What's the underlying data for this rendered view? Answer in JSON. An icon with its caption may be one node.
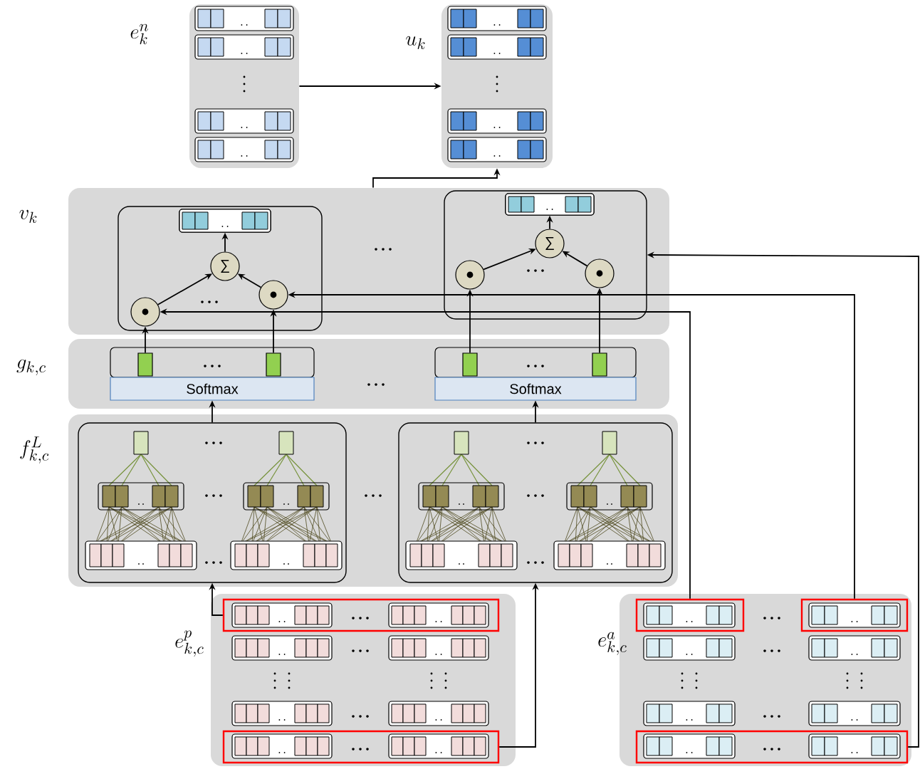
{
  "diagram": {
    "nodes": [
      {
        "text": [],
        "shape": "box",
        "beside": [
          "e_k^n"
        ]
      },
      {
        "text": [],
        "shape": "box",
        "beside": [
          "u_k"
        ]
      },
      {
        "text": [],
        "shape": "box",
        "beside": [
          "v_k"
        ]
      },
      {
        "text": [],
        "shape": "box",
        "in": 2
      },
      {
        "text": [],
        "shape": "box",
        "in": 3
      },
      {
        "text": [
          "∑"
        ],
        "in": 3
      },
      {
        "text": [],
        "shape": "circle",
        "in": 3
      },
      {
        "text": [],
        "shape": "circle",
        "in": 3
      },
      {
        "text": [],
        "shape": "box",
        "in": 2
      },
      {
        "text": [],
        "shape": "box",
        "in": 8
      },
      {
        "text": [
          "∑"
        ],
        "in": 8
      },
      {
        "text": [],
        "shape": "circle",
        "in": 8
      },
      {
        "text": [],
        "shape": "circle",
        "in": 8
      },
      {
        "text": [],
        "shape": "box",
        "beside": [
          "g_{k,c}"
        ]
      },
      {
        "text": [],
        "shape": "box",
        "in": 13
      },
      {
        "text": [],
        "shape": "box",
        "in": 13
      },
      {
        "text": [
          "Softmax"
        ],
        "in": 13
      },
      {
        "text": [],
        "shape": "box",
        "in": 13
      },
      {
        "text": [],
        "shape": "box",
        "in": 13
      },
      {
        "text": [
          "Softmax"
        ],
        "in": 13
      },
      {
        "text": [],
        "shape": "box",
        "beside": [
          "f^L_{k,c}"
        ]
      },
      {
        "text": [],
        "shape": "box",
        "in": 20
      },
      {
        "text": [],
        "shape": "box",
        "in": 20
      },
      {
        "text": [],
        "shape": "box",
        "beside": [
          "e^p_{k,c}"
        ]
      },
      {
        "text": [],
        "shape": "box",
        "in": 23
      },
      {
        "text": [],
        "shape": "box",
        "in": 23
      },
      {
        "text": [],
        "shape": "box",
        "beside": [
          "e^a_{k,c}"
        ]
      },
      {
        "text": [],
        "shape": "box",
        "in": 26
      },
      {
        "text": [],
        "shape": "box",
        "in": 26
      },
      {
        "text": [],
        "shape": "box",
        "in": 26
      }
    ],
    "edges": [
      {
        "from": 0,
        "to": 1,
        "arrow": "to"
      },
      {
        "from": 2,
        "to": 1,
        "arrow": "to"
      },
      {
        "from": 5,
        "to": 4,
        "arrow": "to"
      },
      {
        "from": 6,
        "to": 5,
        "arrow": "to"
      },
      {
        "from": 7,
        "to": 5,
        "arrow": "to"
      },
      {
        "from": 10,
        "to": 9,
        "arrow": "to"
      },
      {
        "from": 11,
        "to": 10,
        "arrow": "to"
      },
      {
        "from": 12,
        "to": 10,
        "arrow": "to"
      },
      {
        "from": 14,
        "to": 6,
        "arrow": "to"
      },
      {
        "from": 15,
        "to": 7,
        "arrow": "to"
      },
      {
        "from": 17,
        "to": 11,
        "arrow": "to"
      },
      {
        "from": 18,
        "to": 12,
        "arrow": "to"
      },
      {
        "from": 21,
        "to": 16,
        "arrow": "to"
      },
      {
        "from": 22,
        "to": 19,
        "arrow": "to"
      },
      {
        "from": 24,
        "to": 21,
        "arrow": "to"
      },
      {
        "from": 25,
        "to": 22,
        "arrow": "to"
      },
      {
        "from": 27,
        "to": 6,
        "arrow": "to"
      },
      {
        "from": 28,
        "to": 7,
        "arrow": "to"
      },
      {
        "from": 29,
        "to": 8,
        "arrow": "to"
      }
    ]
  }
}
